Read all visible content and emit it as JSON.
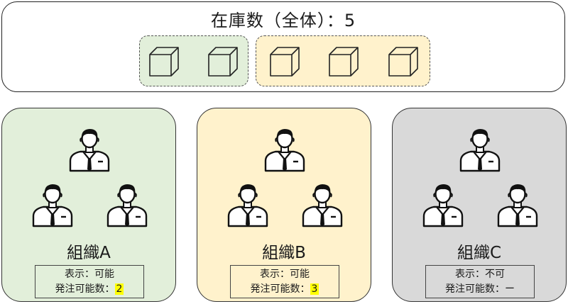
{
  "stock": {
    "label": "在庫数（全体）",
    "sep": "：",
    "value": "5",
    "groups": [
      {
        "boxes": 2,
        "fill": "#e2efda",
        "border": "#555555"
      },
      {
        "boxes": 3,
        "fill": "#fff2cc",
        "border": "#555555"
      }
    ]
  },
  "orgs": [
    {
      "name": "組織A",
      "bg": "#e2efda",
      "display_label": "表示：",
      "display_value": "可能",
      "order_label": "発注可能数：",
      "order_value": "2",
      "highlight": true
    },
    {
      "name": "組織B",
      "bg": "#fff2cc",
      "display_label": "表示：",
      "display_value": "可能",
      "order_label": "発注可能数：",
      "order_value": "3",
      "highlight": true
    },
    {
      "name": "組織C",
      "bg": "#d9d9d9",
      "display_label": "表示：",
      "display_value": "不可",
      "order_label": "発注可能数：",
      "order_value": "ー",
      "highlight": false
    }
  ],
  "colors": {
    "highlight": "#ffff00",
    "stroke": "#1a1a1a"
  }
}
